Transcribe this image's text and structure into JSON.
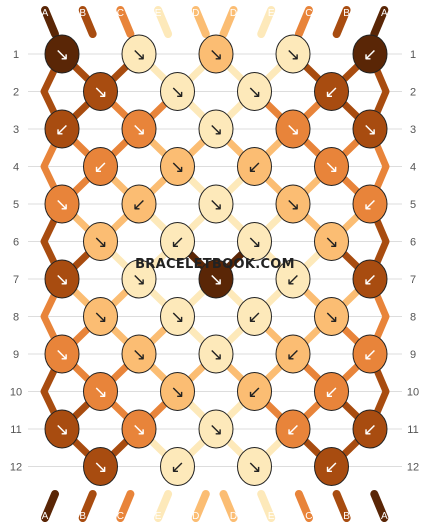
{
  "site": {
    "watermark": "BRACELETBOOK.COM"
  },
  "colors": {
    "A": "#5a2606",
    "B": "#a84c10",
    "C": "#e8843a",
    "D": "#fbbd73",
    "E": "#fde9ba",
    "grid": "#dddddd",
    "stroke": "#222222"
  },
  "strings": [
    "A",
    "B",
    "C",
    "E",
    "D",
    "D",
    "E",
    "C",
    "B",
    "A"
  ],
  "row_labels": [
    "1",
    "2",
    "3",
    "4",
    "5",
    "6",
    "7",
    "8",
    "9",
    "10",
    "11",
    "12"
  ],
  "knots": [
    {
      "row": 1,
      "col": 0,
      "color": "A",
      "dir": "↘"
    },
    {
      "row": 1,
      "col": 2,
      "color": "E",
      "dir": "↘"
    },
    {
      "row": 1,
      "col": 4,
      "color": "D",
      "dir": "↘"
    },
    {
      "row": 1,
      "col": 6,
      "color": "E",
      "dir": "↘"
    },
    {
      "row": 1,
      "col": 8,
      "color": "A",
      "dir": "↙"
    },
    {
      "row": 2,
      "col": 1,
      "color": "B",
      "dir": "↘"
    },
    {
      "row": 2,
      "col": 3,
      "color": "E",
      "dir": "↘"
    },
    {
      "row": 2,
      "col": 5,
      "color": "E",
      "dir": "↘"
    },
    {
      "row": 2,
      "col": 7,
      "color": "B",
      "dir": "↙"
    },
    {
      "row": 3,
      "col": 0,
      "color": "B",
      "dir": "↙"
    },
    {
      "row": 3,
      "col": 2,
      "color": "C",
      "dir": "↘"
    },
    {
      "row": 3,
      "col": 4,
      "color": "E",
      "dir": "↘"
    },
    {
      "row": 3,
      "col": 6,
      "color": "C",
      "dir": "↘"
    },
    {
      "row": 3,
      "col": 8,
      "color": "B",
      "dir": "↘"
    },
    {
      "row": 4,
      "col": 1,
      "color": "C",
      "dir": "↙"
    },
    {
      "row": 4,
      "col": 3,
      "color": "D",
      "dir": "↘"
    },
    {
      "row": 4,
      "col": 5,
      "color": "D",
      "dir": "↙"
    },
    {
      "row": 4,
      "col": 7,
      "color": "C",
      "dir": "↘"
    },
    {
      "row": 5,
      "col": 0,
      "color": "C",
      "dir": "↘"
    },
    {
      "row": 5,
      "col": 2,
      "color": "D",
      "dir": "↙"
    },
    {
      "row": 5,
      "col": 4,
      "color": "E",
      "dir": "↘"
    },
    {
      "row": 5,
      "col": 6,
      "color": "D",
      "dir": "↘"
    },
    {
      "row": 5,
      "col": 8,
      "color": "C",
      "dir": "↙"
    },
    {
      "row": 6,
      "col": 1,
      "color": "D",
      "dir": "↘"
    },
    {
      "row": 6,
      "col": 3,
      "color": "E",
      "dir": "↙"
    },
    {
      "row": 6,
      "col": 5,
      "color": "E",
      "dir": "↘"
    },
    {
      "row": 6,
      "col": 7,
      "color": "D",
      "dir": "↘"
    },
    {
      "row": 7,
      "col": 0,
      "color": "B",
      "dir": "↘"
    },
    {
      "row": 7,
      "col": 2,
      "color": "E",
      "dir": "↘"
    },
    {
      "row": 7,
      "col": 4,
      "color": "A",
      "dir": "↘"
    },
    {
      "row": 7,
      "col": 6,
      "color": "E",
      "dir": "↙"
    },
    {
      "row": 7,
      "col": 8,
      "color": "B",
      "dir": "↙"
    },
    {
      "row": 8,
      "col": 1,
      "color": "D",
      "dir": "↘"
    },
    {
      "row": 8,
      "col": 3,
      "color": "E",
      "dir": "↘"
    },
    {
      "row": 8,
      "col": 5,
      "color": "E",
      "dir": "↙"
    },
    {
      "row": 8,
      "col": 7,
      "color": "D",
      "dir": "↘"
    },
    {
      "row": 9,
      "col": 0,
      "color": "C",
      "dir": "↘"
    },
    {
      "row": 9,
      "col": 2,
      "color": "D",
      "dir": "↘"
    },
    {
      "row": 9,
      "col": 4,
      "color": "E",
      "dir": "↘"
    },
    {
      "row": 9,
      "col": 6,
      "color": "D",
      "dir": "↙"
    },
    {
      "row": 9,
      "col": 8,
      "color": "C",
      "dir": "↙"
    },
    {
      "row": 10,
      "col": 1,
      "color": "C",
      "dir": "↘"
    },
    {
      "row": 10,
      "col": 3,
      "color": "D",
      "dir": "↘"
    },
    {
      "row": 10,
      "col": 5,
      "color": "D",
      "dir": "↙"
    },
    {
      "row": 10,
      "col": 7,
      "color": "C",
      "dir": "↙"
    },
    {
      "row": 11,
      "col": 0,
      "color": "B",
      "dir": "↘"
    },
    {
      "row": 11,
      "col": 2,
      "color": "C",
      "dir": "↘"
    },
    {
      "row": 11,
      "col": 4,
      "color": "E",
      "dir": "↘"
    },
    {
      "row": 11,
      "col": 6,
      "color": "C",
      "dir": "↙"
    },
    {
      "row": 11,
      "col": 8,
      "color": "B",
      "dir": "↙"
    },
    {
      "row": 12,
      "col": 1,
      "color": "B",
      "dir": "↘"
    },
    {
      "row": 12,
      "col": 3,
      "color": "E",
      "dir": "↙"
    },
    {
      "row": 12,
      "col": 5,
      "color": "E",
      "dir": "↘"
    },
    {
      "row": 12,
      "col": 7,
      "color": "B",
      "dir": "↙"
    }
  ]
}
